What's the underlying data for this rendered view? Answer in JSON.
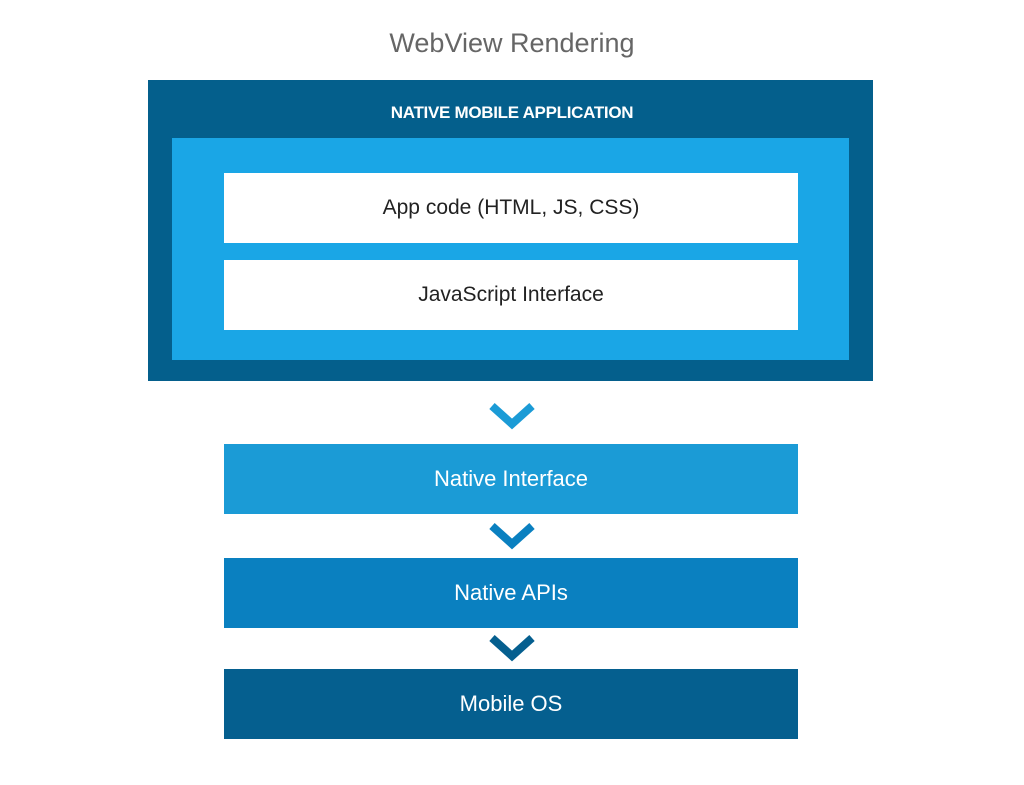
{
  "title": "WebView Rendering",
  "colors": {
    "outer_container": "#045f8c",
    "inner_container": "#1aa6e6",
    "native_interface": "#1b9bd6",
    "native_apis": "#0a80c0",
    "mobile_os": "#055f8f",
    "chevron_1": "#1b9bd6",
    "chevron_2": "#0a80c0",
    "chevron_3": "#055f8f"
  },
  "native_app": {
    "label": "NATIVE MOBILE APPLICATION",
    "app_code": "App code (HTML, JS, CSS)",
    "javascript_interface": "JavaScript Interface"
  },
  "layers": [
    {
      "label": "Native Interface",
      "icon": "chevron-down-icon"
    },
    {
      "label": "Native APIs",
      "icon": "chevron-down-icon"
    },
    {
      "label": "Mobile OS",
      "icon": "chevron-down-icon"
    }
  ]
}
